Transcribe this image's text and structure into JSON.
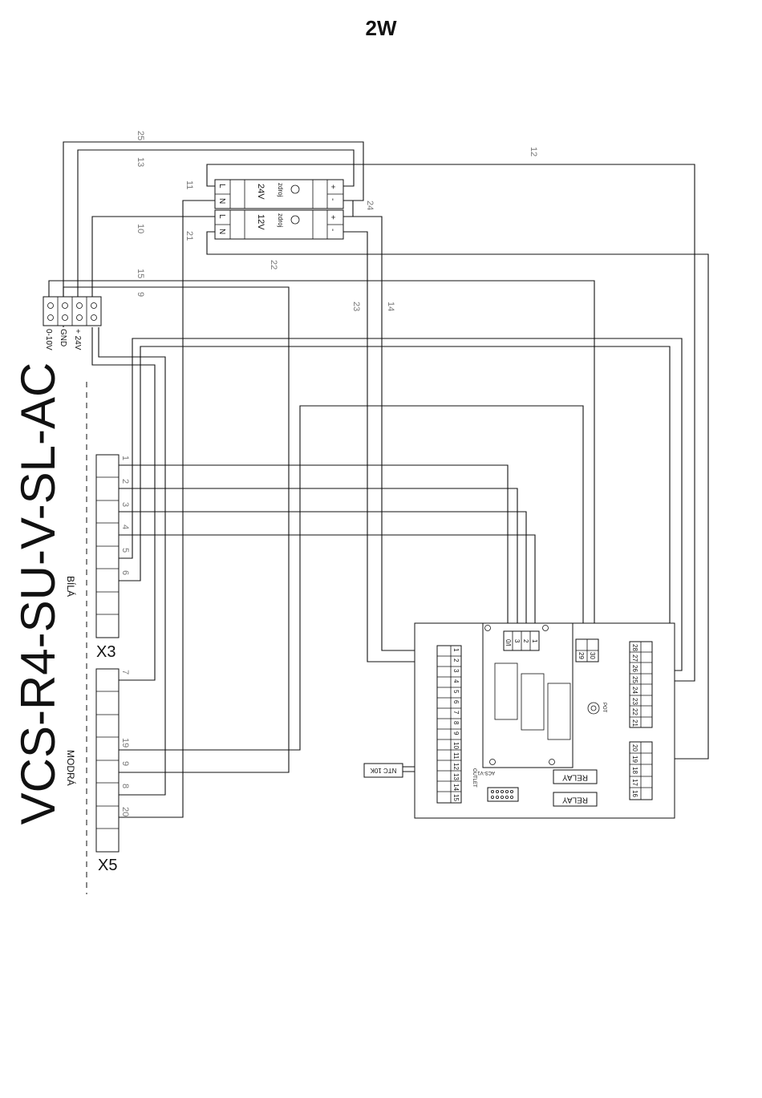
{
  "logo": "2W",
  "title": "VCS-R4-SU-V-SL-AC",
  "connector_x3": {
    "name": "X3",
    "color": "BÍLÁ",
    "pins": [
      "1",
      "2",
      "3",
      "4",
      "5",
      "6"
    ]
  },
  "connector_x5": {
    "name": "X5",
    "color": "MODRÁ",
    "pins": [
      "7",
      "19",
      "9",
      "8",
      "20"
    ]
  },
  "input_terminal": {
    "labels": [
      "0-10V",
      "GND",
      "+ 24V"
    ]
  },
  "psu_24": {
    "voltage": "24V",
    "name": "zdroj",
    "L": "L",
    "N": "N",
    "plus": "+",
    "minus": "-"
  },
  "psu_12": {
    "voltage": "12V",
    "name": "zdroj",
    "L": "L",
    "N": "N",
    "plus": "+",
    "minus": "-"
  },
  "wire_numbers": [
    "25",
    "13",
    "12",
    "11",
    "24",
    "10",
    "21",
    "22",
    "15",
    "9",
    "23",
    "14"
  ],
  "controller": {
    "jumper_labels": [
      "0/I",
      "3",
      "2",
      "1"
    ],
    "terminal_left": [
      "1",
      "2",
      "3",
      "4",
      "5",
      "6",
      "7",
      "8",
      "9",
      "10",
      "11",
      "12",
      "13",
      "14",
      "15"
    ],
    "terminal_right_top": [
      "28",
      "27",
      "26",
      "25",
      "24",
      "23",
      "22",
      "21"
    ],
    "terminal_right_bottom": [
      "20",
      "19",
      "18",
      "17",
      "16"
    ],
    "terminal_small": [
      "29",
      "30"
    ],
    "relay_labels": [
      "RELAY",
      "RELAY"
    ],
    "board_name": "ACS-V1",
    "outlet_label": "OUTLET",
    "pot_label": "POT"
  },
  "sensor": "NTC 10K"
}
